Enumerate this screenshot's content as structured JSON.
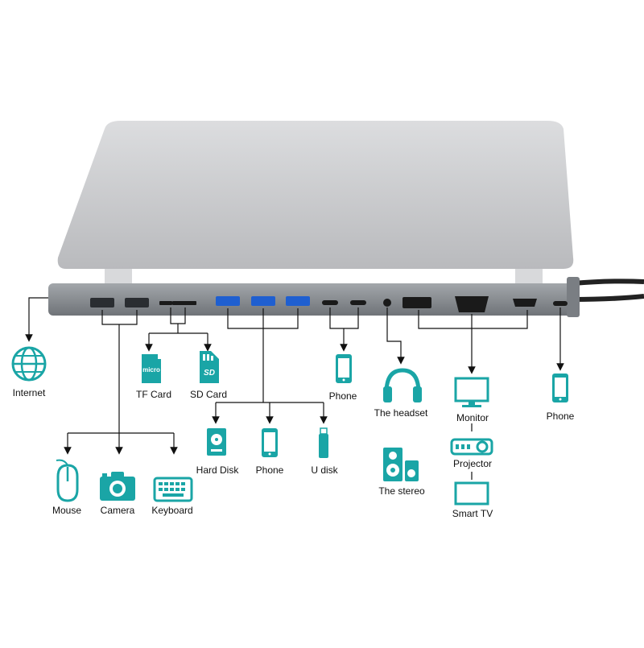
{
  "colors": {
    "accent": "#1aa5a6",
    "laptop": "#c9cacc",
    "dock": "#8d9196",
    "line": "#111111"
  },
  "devices": {
    "internet": "Internet",
    "tf_card": "TF Card",
    "sd_card": "SD Card",
    "phone_typec": "Phone",
    "headset": "The headset",
    "monitor": "Monitor",
    "phone_pd": "Phone",
    "hard_disk": "Hard Disk",
    "phone_usb": "Phone",
    "u_disk": "U disk",
    "projector": "Projector",
    "stereo": "The stereo",
    "smart_tv": "Smart TV",
    "mouse": "Mouse",
    "camera": "Camera",
    "keyboard": "Keyboard"
  },
  "icons": {
    "globe": "globe-icon",
    "tf": "micro-sd-icon",
    "sd": "sd-card-icon",
    "phone": "phone-icon",
    "headset": "headset-icon",
    "monitor": "monitor-icon",
    "hdd": "hard-disk-icon",
    "udisk": "usb-stick-icon",
    "projector": "projector-icon",
    "speaker": "speaker-icon",
    "tv": "smart-tv-icon",
    "mouse": "mouse-icon",
    "camera": "camera-icon",
    "keyboard": "keyboard-icon"
  },
  "icon_text": {
    "micro": "micro",
    "sd": "SD"
  }
}
